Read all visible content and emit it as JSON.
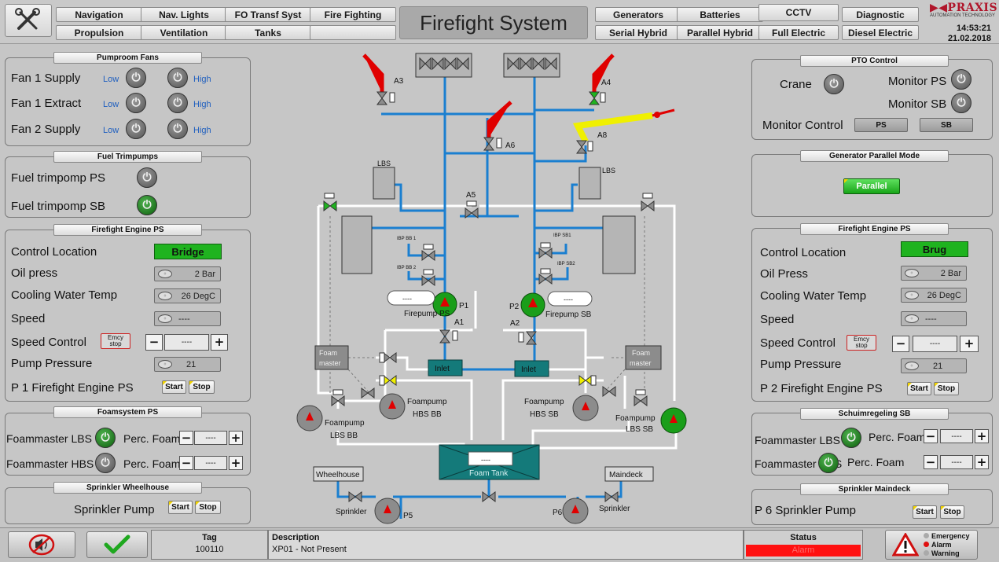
{
  "nav": {
    "row1": [
      "Navigation",
      "Nav. Lights",
      "FO Transf Syst",
      "Fire Fighting"
    ],
    "row2": [
      "Propulsion",
      "Ventilation",
      "Tanks",
      ""
    ],
    "row1_right": [
      "Generators",
      "Batteries",
      "CCTV",
      "Diagnostic"
    ],
    "row2_right": [
      "Serial Hybrid",
      "Parallel Hybrid",
      "Full Electric",
      "Diesel Electric"
    ]
  },
  "title": "Firefight System",
  "logo": {
    "name": "PRAXIS",
    "sub": "AUTOMATION TECHNOLOGY"
  },
  "clock": {
    "time": "14:53:21",
    "date": "21.02.2018"
  },
  "left": {
    "pumproom": {
      "title": "Pumproom Fans",
      "rows": [
        {
          "label": "Fan 1 Supply",
          "low": "Low",
          "high": "High"
        },
        {
          "label": "Fan 1 Extract",
          "low": "Low",
          "high": "High"
        },
        {
          "label": "Fan 2 Supply",
          "low": "Low",
          "high": "High"
        }
      ]
    },
    "trim": {
      "title": "Fuel Trimpumps",
      "ps": "Fuel trimpomp PS",
      "sb": "Fuel trimpomp SB"
    },
    "engine": {
      "title": "Firefight Engine PS",
      "control_location": "Control Location",
      "control_value": "Bridge",
      "oil_press": "Oil press",
      "oil_value": "2 Bar",
      "cooling": "Cooling Water Temp",
      "cooling_value": "26 DegC",
      "speed": "Speed",
      "speed_value": "----",
      "speed_control": "Speed Control",
      "emcy": "Emcy stop",
      "speed_set": "----",
      "pump_pressure": "Pump Pressure",
      "pump_value": "21",
      "footer": "P 1  Firefight Engine PS",
      "start": "Start",
      "stop": "Stop"
    },
    "foam": {
      "title": "Foamsystem PS",
      "lbs": "Foammaster LBS",
      "hbs": "Foammaster HBS",
      "perc": "Perc. Foam",
      "value": "----"
    },
    "sprinkler": {
      "title": "Sprinkler Wheelhouse",
      "label": "Sprinkler Pump",
      "start": "Start",
      "stop": "Stop"
    }
  },
  "right": {
    "pto": {
      "title": "PTO Control",
      "crane": "Crane",
      "monitor_ps": "Monitor PS",
      "monitor_sb": "Monitor SB",
      "monitor_control": "Monitor Control",
      "ps": "PS",
      "sb": "SB"
    },
    "gen": {
      "title": "Generator Parallel Mode",
      "button": "Parallel"
    },
    "engine": {
      "title": "Firefight Engine PS",
      "control_location": "Control Location",
      "control_value": "Brug",
      "oil_press": "Oil Press",
      "oil_value": "2 Bar",
      "cooling": "Cooling Water Temp",
      "cooling_value": "26 DegC",
      "speed": "Speed",
      "speed_value": "----",
      "speed_control": "Speed Control",
      "emcy": "Emcy stop",
      "speed_set": "----",
      "pump_pressure": "Pump Pressure",
      "pump_value": "21",
      "footer": "P 2  Firefight Engine PS",
      "start": "Start",
      "stop": "Stop"
    },
    "foam": {
      "title": "Schuimregeling SB",
      "lbs": "Foammaster LBS",
      "hbs": "Foammaster HBS",
      "perc": "Perc. Foam",
      "value": "----"
    },
    "sprinkler": {
      "title": "Sprinkler Maindeck",
      "label": "P 6 Sprinkler Pump",
      "start": "Start",
      "stop": "Stop"
    }
  },
  "diagram": {
    "A3": "A3",
    "A4": "A4",
    "A6": "A6",
    "A8": "A8",
    "A5": "A5",
    "A1": "A1",
    "A2": "A2",
    "lbs": "LBS",
    "ibp_bb1": "IBP BB 1",
    "ibp_bb2": "IBP BB 2",
    "ibp_sb1": "IBP SB1",
    "ibp_sb2": "IBP SB2",
    "p1": "P1",
    "p2": "P2",
    "p5": "P5",
    "p6": "P6",
    "firepump_ps": "Firepump PS",
    "firepump_sb": "Firepump SB",
    "p1_value": "----",
    "p2_value": "----",
    "inlet": "Inlet",
    "foam_master": "Foam master",
    "foampump_hbs_bb": "Foampump HBS BB",
    "foampump_hbs_sb": "Foampump HBS SB",
    "foampump_lbs_bb": "Foampump LBS BB",
    "foampump_lbs_sb": "Foampump LBS SB",
    "foam_tank": "Foam Tank",
    "foam_tank_value": "----",
    "wheelhouse": "Wheelhouse",
    "maindeck": "Maindeck",
    "sprinkler": "Sprinkler"
  },
  "footer": {
    "tag_header": "Tag",
    "tag_value": "100110",
    "desc_header": "Description",
    "desc_value": "XP01 - Not Present",
    "status_header": "Status",
    "status_value": "Alarm",
    "legend": [
      "Emergency",
      "Alarm",
      "Warning"
    ]
  },
  "colors": {
    "pipe_blue": "#1a7fd0",
    "white_pipe": "#ffffff",
    "green": "#1fb31f",
    "red": "#ff1a1a",
    "teal": "#147a7a"
  }
}
